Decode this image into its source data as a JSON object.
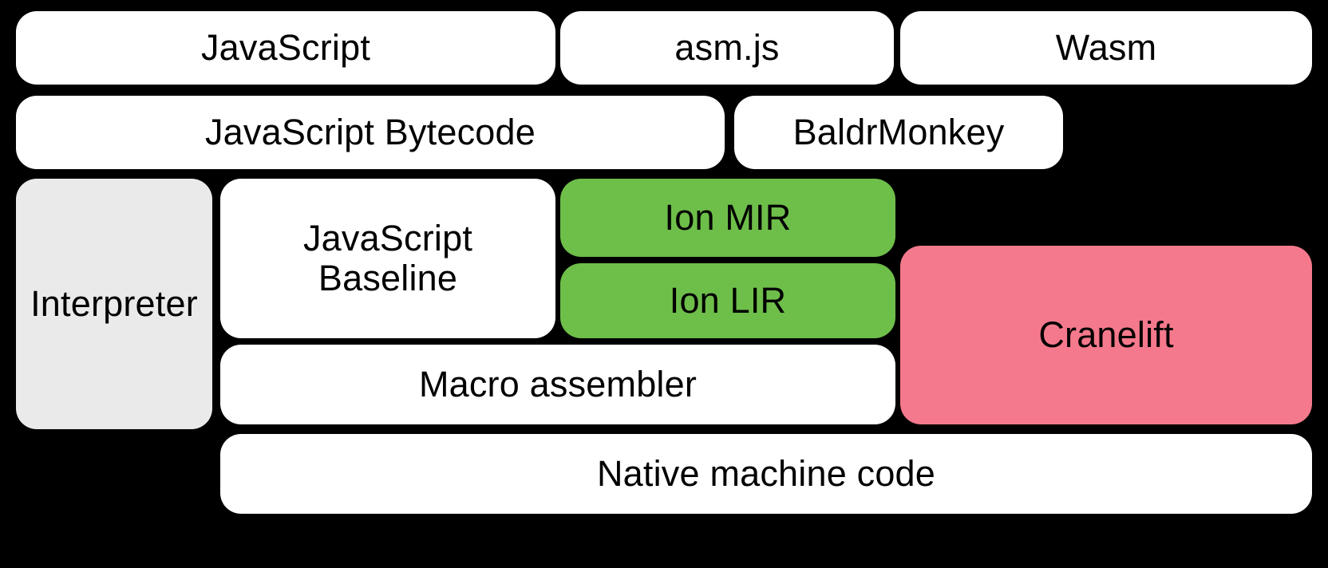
{
  "diagram": {
    "title": "SpiderMonkey compilation pipeline layers",
    "background_color": "#000000",
    "palette": {
      "white": "#ffffff",
      "gray": "#eaeaea",
      "green": "#6ebe4a",
      "pink": "#f5798c",
      "text": "#000000"
    },
    "rows": [
      {
        "name": "source-languages",
        "nodes": [
          {
            "id": "javascript",
            "label": "JavaScript",
            "fill": "white"
          },
          {
            "id": "asmjs",
            "label": "asm.js",
            "fill": "white"
          },
          {
            "id": "wasm",
            "label": "Wasm",
            "fill": "white"
          }
        ]
      },
      {
        "name": "intermediate-front-ends",
        "nodes": [
          {
            "id": "javascript-bytecode",
            "label": "JavaScript Bytecode",
            "fill": "white"
          },
          {
            "id": "baldrmonkey",
            "label": "BaldrMonkey",
            "fill": "white"
          }
        ]
      },
      {
        "name": "execution-tiers",
        "nodes": [
          {
            "id": "interpreter",
            "label": "Interpreter",
            "fill": "gray"
          },
          {
            "id": "javascript-baseline",
            "label": "JavaScript\nBaseline",
            "fill": "white"
          },
          {
            "id": "ion-mir",
            "label": "Ion MIR",
            "fill": "green"
          },
          {
            "id": "ion-lir",
            "label": "Ion LIR",
            "fill": "green"
          },
          {
            "id": "cranelift",
            "label": "Cranelift",
            "fill": "pink"
          },
          {
            "id": "macro-assembler",
            "label": "Macro assembler",
            "fill": "white"
          }
        ]
      },
      {
        "name": "output",
        "nodes": [
          {
            "id": "native-machine-code",
            "label": "Native machine code",
            "fill": "white"
          }
        ]
      }
    ]
  },
  "boxes": {
    "javascript": "JavaScript",
    "asmjs": "asm.js",
    "wasm": "Wasm",
    "javascript_bytecode": "JavaScript Bytecode",
    "baldrmonkey": "BaldrMonkey",
    "interpreter": "Interpreter",
    "javascript_baseline": "JavaScript\nBaseline",
    "ion_mir": "Ion MIR",
    "ion_lir": "Ion LIR",
    "cranelift": "Cranelift",
    "macro_assembler": "Macro assembler",
    "native_machine_code": "Native machine code"
  }
}
